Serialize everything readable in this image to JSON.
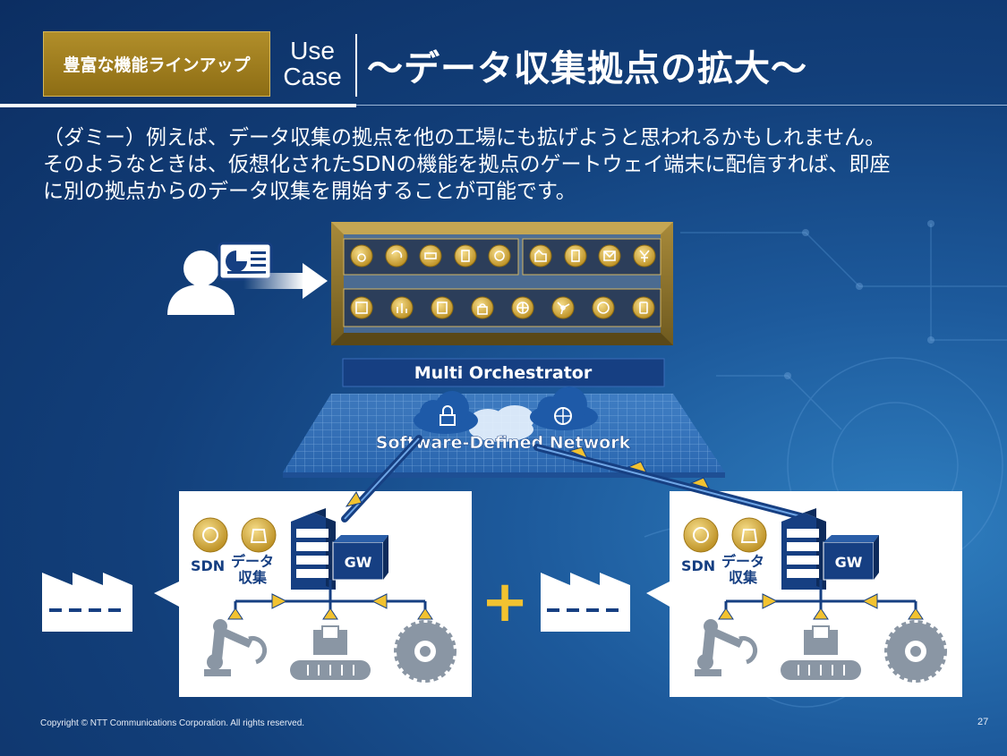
{
  "header": {
    "tag": "豊富な機能ラインアップ",
    "usecase_line1": "Use",
    "usecase_line2": "Case",
    "title": "〜データ収集拠点の拡大〜"
  },
  "body": {
    "lines": [
      "（ダミー）例えば、データ収集の拠点を他の工場にも拡げようと思われるかもしれません。",
      "そのようなときは、仮想化されたSDNの機能を拠点のゲートウェイ端末に配信すれば、即座",
      "に別の拠点からのデータ収集を開始することが可能です。"
    ]
  },
  "diagram": {
    "orchestrator": "Multi Orchestrator",
    "network": "Software-Defined Network",
    "gw": "GW",
    "sdn": "SDN",
    "data_collect_1": "データ",
    "data_collect_2": "収集",
    "plus": "+"
  },
  "colors": {
    "navy": "#163f82",
    "gold": "#c9a63e",
    "arrow_yellow": "#f2c230",
    "machine_gray": "#8a96a4"
  },
  "footer": {
    "copyright": "Copyright © NTT Communications Corporation. All rights reserved.",
    "page": "27"
  }
}
